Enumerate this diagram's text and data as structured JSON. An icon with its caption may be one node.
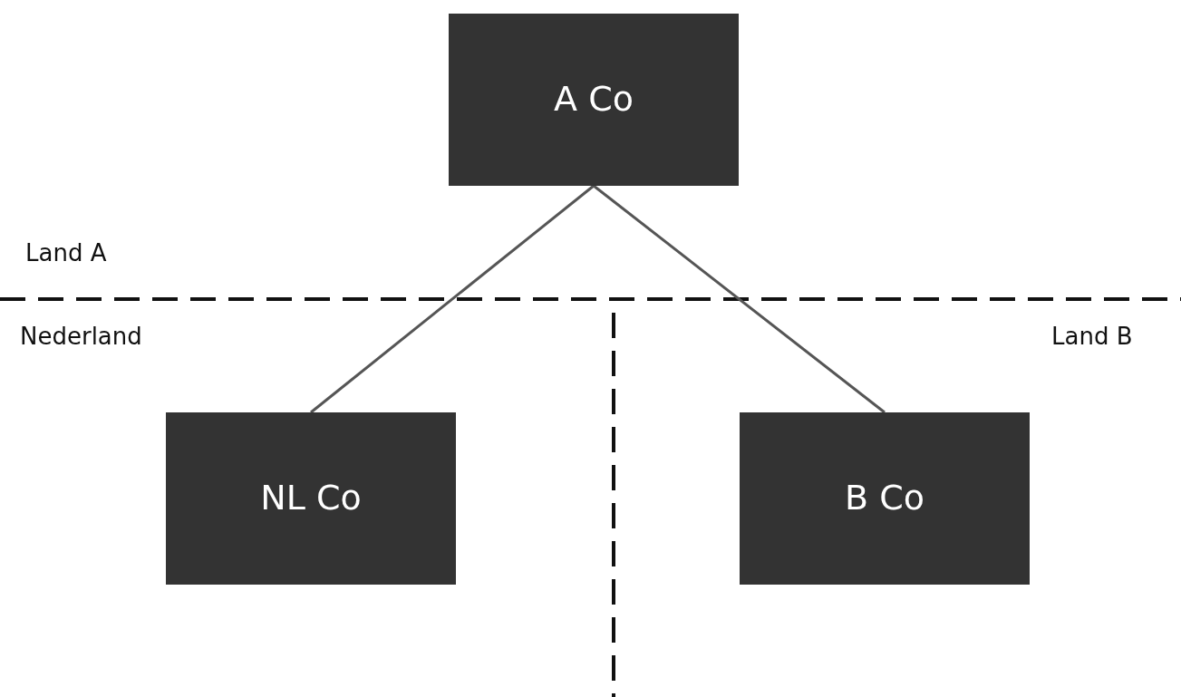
{
  "diagram": {
    "nodes": [
      {
        "text": [
          "A Co"
        ]
      },
      {
        "text": [
          "NL Co"
        ]
      },
      {
        "text": [
          "B Co"
        ]
      }
    ],
    "edges": [
      {
        "from": 0,
        "to": 1,
        "arrow": "none"
      },
      {
        "from": 0,
        "to": 2,
        "arrow": "none"
      }
    ],
    "labels": [
      "Land A",
      "Nederland",
      "Land B"
    ]
  }
}
